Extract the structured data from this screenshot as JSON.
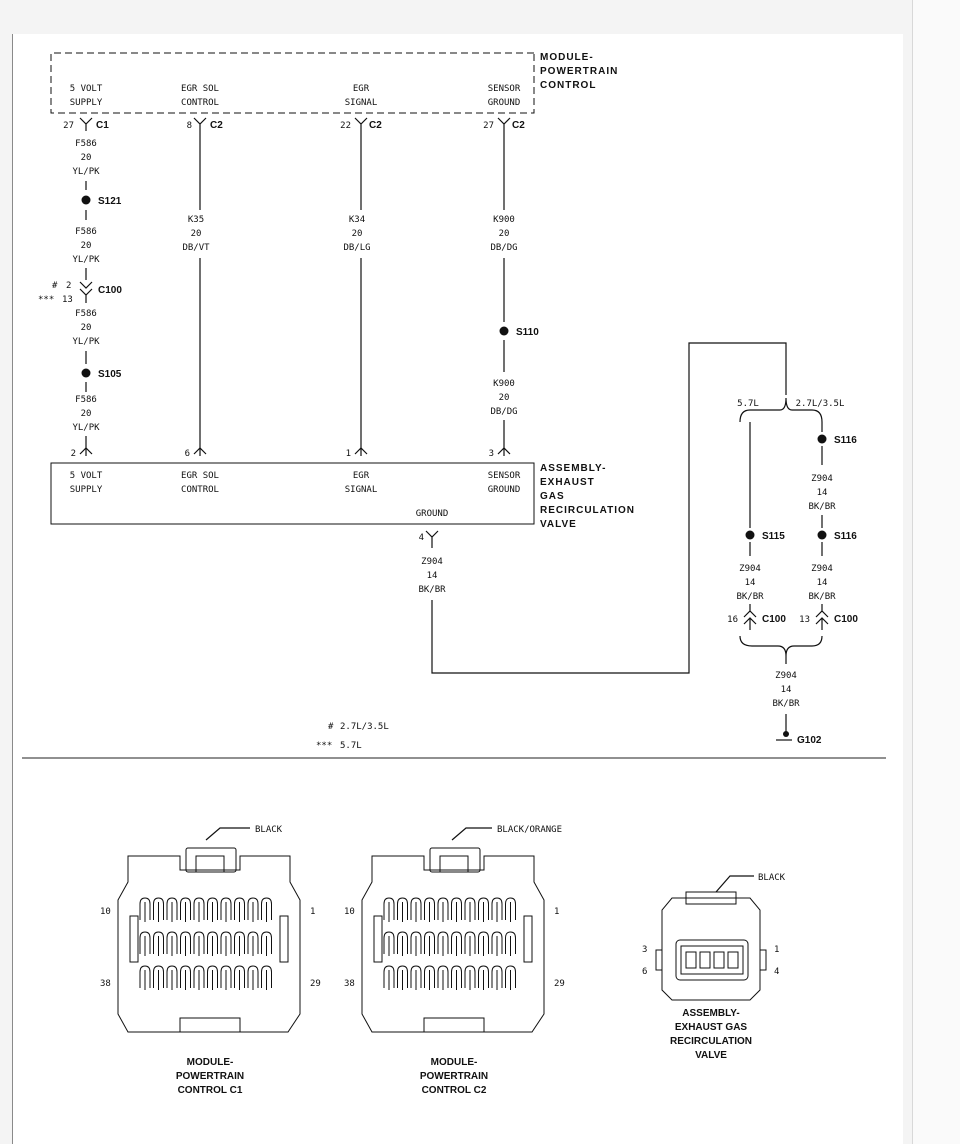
{
  "module": {
    "name_lines": [
      "MODULE-",
      "POWERTRAIN",
      "CONTROL"
    ],
    "pins": [
      {
        "label1": "5 VOLT",
        "label2": "SUPPLY",
        "pin": "27",
        "conn": "C1"
      },
      {
        "label1": "EGR SOL",
        "label2": "CONTROL",
        "pin": "8",
        "conn": "C2"
      },
      {
        "label1": "EGR",
        "label2": "SIGNAL",
        "pin": "22",
        "conn": "C2"
      },
      {
        "label1": "SENSOR",
        "label2": "GROUND",
        "pin": "27",
        "conn": "C2"
      }
    ]
  },
  "wires": {
    "f586": {
      "circuit": "F586",
      "gauge": "20",
      "color": "YL/PK"
    },
    "k35": {
      "circuit": "K35",
      "gauge": "20",
      "color": "DB/VT"
    },
    "k34": {
      "circuit": "K34",
      "gauge": "20",
      "color": "DB/LG"
    },
    "k900": {
      "circuit": "K900",
      "gauge": "20",
      "color": "DB/DG"
    },
    "z904": {
      "circuit": "Z904",
      "gauge": "14",
      "color": "BK/BR"
    }
  },
  "splices": {
    "s121": "S121",
    "s105": "S105",
    "s110": "S110",
    "s115": "S115",
    "s116": "S116"
  },
  "c100": {
    "name": "C100",
    "pin_hash": "2",
    "pin_star": "13",
    "hash_mark": "#",
    "star_mark": "***",
    "pin_57": "16",
    "pin_27": "13"
  },
  "valve": {
    "name_lines": [
      "ASSEMBLY-",
      "EXHAUST",
      "GAS",
      "RECIRCULATION",
      "VALVE"
    ],
    "pins": [
      {
        "label1": "5 VOLT",
        "label2": "SUPPLY",
        "pin": "2"
      },
      {
        "label1": "EGR SOL",
        "label2": "CONTROL",
        "pin": "6"
      },
      {
        "label1": "EGR",
        "label2": "SIGNAL",
        "pin": "1"
      },
      {
        "label1": "SENSOR",
        "label2": "GROUND",
        "pin": "3"
      }
    ],
    "ground_label": "GROUND",
    "ground_pin": "4"
  },
  "engine_options": {
    "opt_57": "5.7L",
    "opt_27": "2.7L/3.5L"
  },
  "ground_point": "G102",
  "legend": [
    {
      "mark": "#",
      "text": "2.7L/3.5L"
    },
    {
      "mark": "***",
      "text": "5.7L"
    }
  ],
  "connectors": [
    {
      "name_lines": [
        "MODULE-",
        "POWERTRAIN",
        "CONTROL C1"
      ],
      "color": "BLACK",
      "pin_tl": "10",
      "pin_tr": "1",
      "pin_bl": "38",
      "pin_br": "29"
    },
    {
      "name_lines": [
        "MODULE-",
        "POWERTRAIN",
        "CONTROL C2"
      ],
      "color": "BLACK/ORANGE",
      "pin_tl": "10",
      "pin_tr": "1",
      "pin_bl": "38",
      "pin_br": "29"
    },
    {
      "name_lines": [
        "ASSEMBLY-",
        "EXHAUST GAS",
        "RECIRCULATION",
        "VALVE"
      ],
      "color": "BLACK",
      "pin_tl": "3",
      "pin_tr": "1",
      "pin_bl": "6",
      "pin_br": "4"
    }
  ]
}
